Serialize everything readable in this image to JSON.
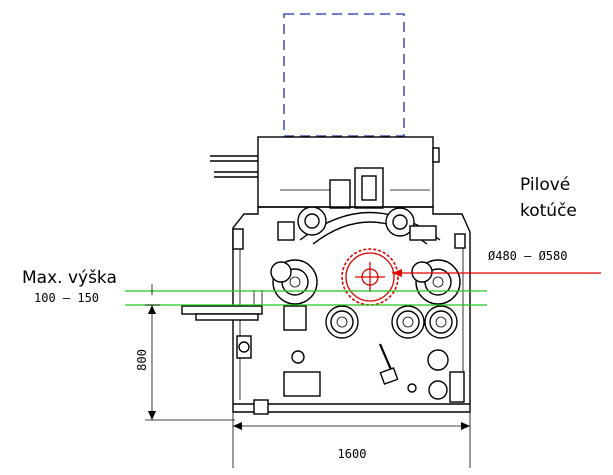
{
  "labels": {
    "saw_title_line1": "Pilové",
    "saw_title_line2": "kotúče",
    "saw_diameter": "Ø480 – Ø580",
    "max_height_title": "Max. výška",
    "max_height_range": "100 – 150",
    "height_dim": "800",
    "width_dim": "1600"
  },
  "colors": {
    "saw_blade": "#e00000",
    "height_line": "#21c421",
    "hood_outline": "#1f2fa6"
  }
}
